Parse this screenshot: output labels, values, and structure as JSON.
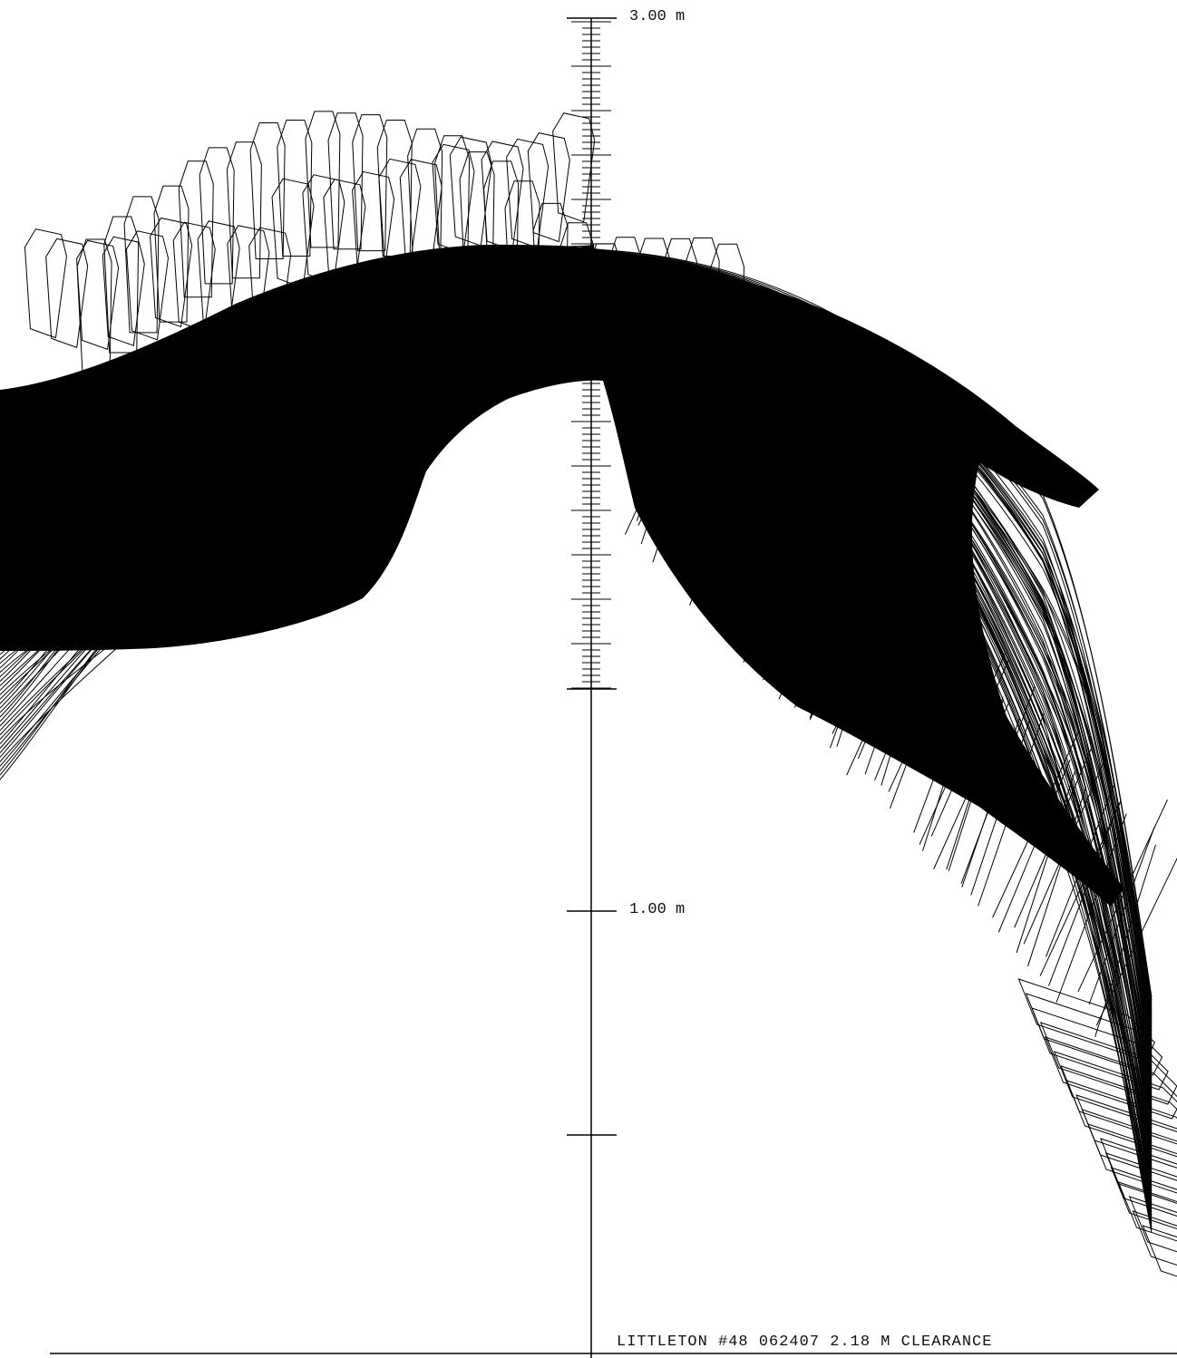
{
  "scale_bar": {
    "top_label": "3.00 m",
    "middle_label": "1.00 m"
  },
  "caption": "LITTLETON #48 062407 2.18 M CLEARANCE",
  "colors": {
    "ink": "#000000",
    "background": "#ffffff"
  }
}
